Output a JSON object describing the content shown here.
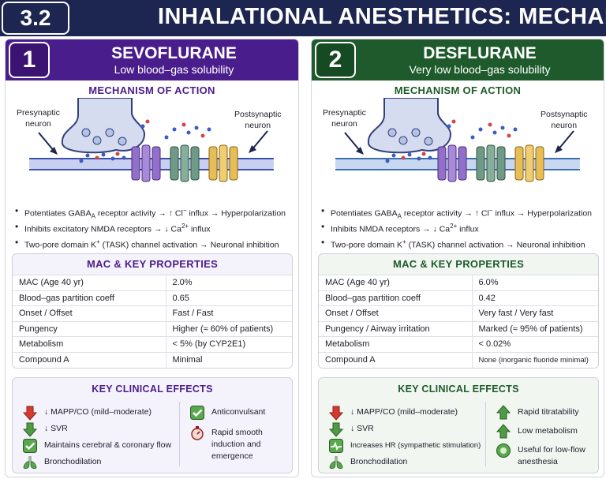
{
  "header": {
    "section": "3.2",
    "title": "INHALATIONAL ANESTHETICS: MECHANISMS"
  },
  "colors": {
    "header_bg": "#1c2650",
    "sevo_accent": "#4a1d8c",
    "des_accent": "#1e5a2c"
  },
  "panels": [
    {
      "number": "1",
      "name": "SEVOFLURANE",
      "subtitle": "Low blood–gas solubility",
      "moa_title": "MECHANISM OF ACTION",
      "pre_label_1": "Presynaptic",
      "pre_label_2": "neuron",
      "post_label_1": "Postsynaptic",
      "post_label_2": "neuron",
      "mechanisms": [
        "Potentiates GABA",
        "Inhibits excitatory NMDA receptors → ↓ Ca",
        "Two-pore domain K"
      ],
      "mech_gaba_sub": "A",
      "mech_gaba_rest": " receptor activity → ↑ Cl",
      "mech_cl_sup": "−",
      "mech_gaba_end": " influx → Hyperpolarization",
      "mech_ca_sup": "2+",
      "mech_ca_end": " influx",
      "mech_k_sup": "+",
      "mech_k_end": " (TASK) channel activation → Neuronal inhibition",
      "mac_title": "MAC & KEY PROPERTIES",
      "mac_rows": [
        {
          "label": "MAC (Age 40 yr)",
          "value": "2.0%"
        },
        {
          "label": "Blood–gas partition coeff",
          "value": "0.65"
        },
        {
          "label": "Onset / Offset",
          "value": "Fast / Fast"
        },
        {
          "label": "Pungency",
          "value": "Higher (≈ 60% of patients)"
        },
        {
          "label": "Metabolism",
          "value": "< 5% (by CYP2E1)"
        },
        {
          "label": "Compound A",
          "value": "Minimal"
        }
      ],
      "effects_title": "KEY CLINICAL EFFECTS",
      "effects_left": [
        {
          "icon": "red-down-arrow-icon",
          "text": "↓ MAPP/CO (mild–moderate)"
        },
        {
          "icon": "green-down-arrow-icon",
          "text": "↓ SVR"
        },
        {
          "icon": "check-icon",
          "text": "Maintains cerebral & coronary flow"
        },
        {
          "icon": "lungs-icon",
          "text": "Bronchodilation"
        }
      ],
      "effects_right": [
        {
          "icon": "check-icon",
          "text": "Anticonvulsant"
        },
        {
          "icon": "stopwatch-icon",
          "text": "Rapid smooth induction and emergence"
        }
      ]
    },
    {
      "number": "2",
      "name": "DESFLURANE",
      "subtitle": "Very low blood–gas solubility",
      "moa_title": "MECHANISM OF ACTION",
      "pre_label_1": "Presynaptic",
      "pre_label_2": "neuron",
      "post_label_1": "Postsynaptic",
      "post_label_2": "neuron",
      "mechanisms": [
        "Potentiates GABA",
        "Inhibits NMDA receptors → ↓ Ca",
        "Two-pore domain K"
      ],
      "mech_gaba_sub": "A",
      "mech_gaba_rest": " receptor activity → ↑ Cl",
      "mech_cl_sup": "−",
      "mech_gaba_end": " influx → Hyperpolarization",
      "mech_ca_sup": "2+",
      "mech_ca_end": " influx",
      "mech_k_sup": "+",
      "mech_k_end": " (TASK) channel activation → Neuronal inhibition",
      "mac_title": "MAC & KEY PROPERTIES",
      "mac_rows": [
        {
          "label": "MAC (Age 40 yr)",
          "value": "6.0%"
        },
        {
          "label": "Blood–gas partition coeff",
          "value": "0.42"
        },
        {
          "label": "Onset / Offset",
          "value": "Very fast / Very fast"
        },
        {
          "label": "Pungency / Airway irritation",
          "value": "Marked (≈ 95% of patients)"
        },
        {
          "label": "Metabolism",
          "value": "< 0.02%"
        },
        {
          "label": "Compound A",
          "value": "None (inorganic fluoride minimal)"
        }
      ],
      "effects_title": "KEY CLINICAL EFFECTS",
      "effects_left": [
        {
          "icon": "red-down-arrow-icon",
          "text": "↓ MAPP/CO (mild–moderate)"
        },
        {
          "icon": "green-down-arrow-icon",
          "text": "↓ SVR"
        },
        {
          "icon": "heart-rate-icon",
          "text": "Increases HR (sympathetic stimulation)"
        },
        {
          "icon": "lungs-icon",
          "text": "Bronchodilation"
        }
      ],
      "effects_right": [
        {
          "icon": "green-up-arrow-icon",
          "text": "Rapid titratability"
        },
        {
          "icon": "green-up-arrow-icon",
          "text": "Low metabolism"
        },
        {
          "icon": "circle-check-icon",
          "text": "Useful for low-flow anesthesia"
        }
      ]
    }
  ]
}
